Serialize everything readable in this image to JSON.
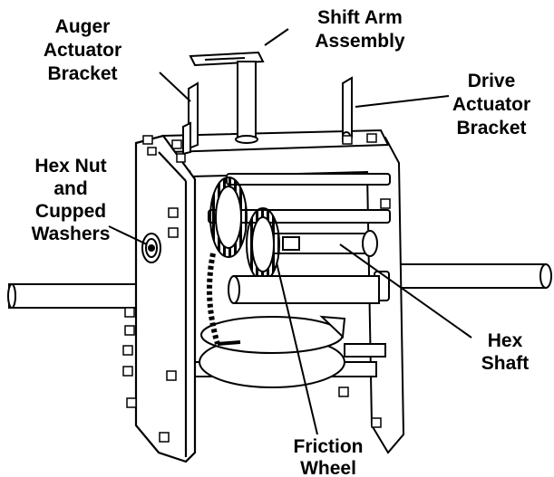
{
  "labels": {
    "shift_arm": [
      "Shift Arm",
      "Assembly"
    ],
    "auger": [
      "Auger",
      "Actuator",
      "Bracket"
    ],
    "drive": [
      "Drive",
      "Actuator",
      "Bracket"
    ],
    "hexnut": [
      "Hex Nut",
      "and",
      "Cupped",
      "Washers"
    ],
    "hex_shaft": [
      "Hex",
      "Shaft"
    ],
    "friction": [
      "Friction",
      "Wheel"
    ]
  }
}
